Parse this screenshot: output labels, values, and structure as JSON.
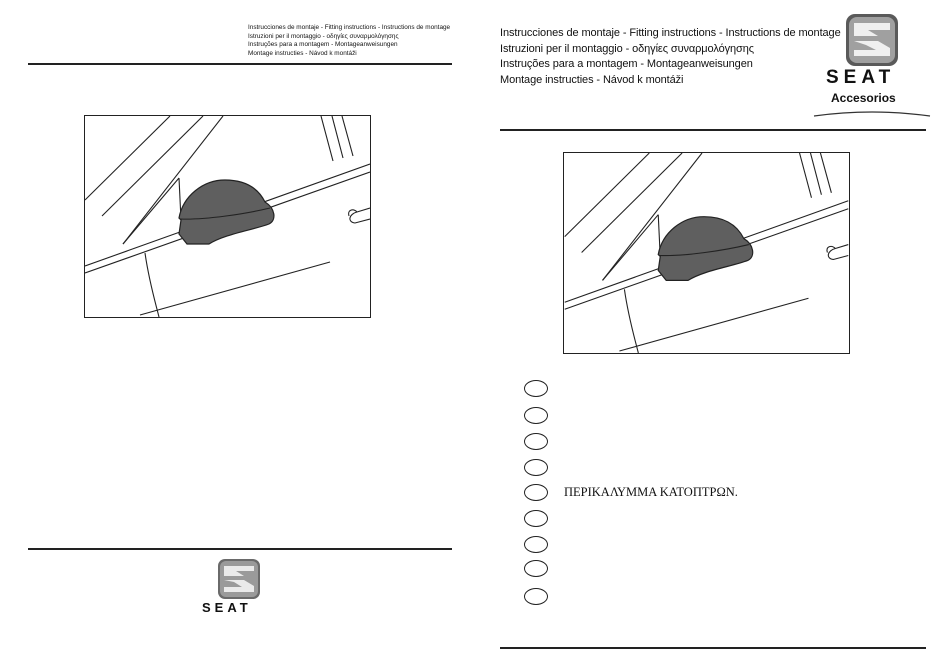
{
  "left_page": {
    "header_lines": [
      "Instrucciones de montaje - Fitting instructions - Instructions de montage",
      "Istruzioni per il montaggio - οδηγίες συναρμολόγησης",
      "Instruções para a montagem - Montageanweisungen",
      "Montage instructies - Návod k montáži"
    ],
    "logo_icon": "seat-emblem-icon",
    "brand": "SEAT"
  },
  "right_page": {
    "header_lines": [
      "Instrucciones de montaje - Fitting instructions - Instructions de montage",
      "Istruzioni per il montaggio - οδηγίες συναρμολόγησης",
      "Instruções para a montagem - Montageanweisungen",
      "Montage instructies - Návod k montáži"
    ],
    "logo_icon": "seat-emblem-icon",
    "brand": "SEAT",
    "brand_sub": "Accesorios",
    "language_rows": [
      {
        "text": ""
      },
      {
        "text": ""
      },
      {
        "text": ""
      },
      {
        "text": ""
      },
      {
        "text": "ΠΕΡΙΚΑΛΥΜΜΑ ΚΑΤΟΠΤΡΩΝ."
      },
      {
        "text": ""
      },
      {
        "text": ""
      },
      {
        "text": ""
      },
      {
        "text": ""
      }
    ]
  },
  "colors": {
    "mirror_fill": "#5f5f5f",
    "line": "#222222"
  }
}
